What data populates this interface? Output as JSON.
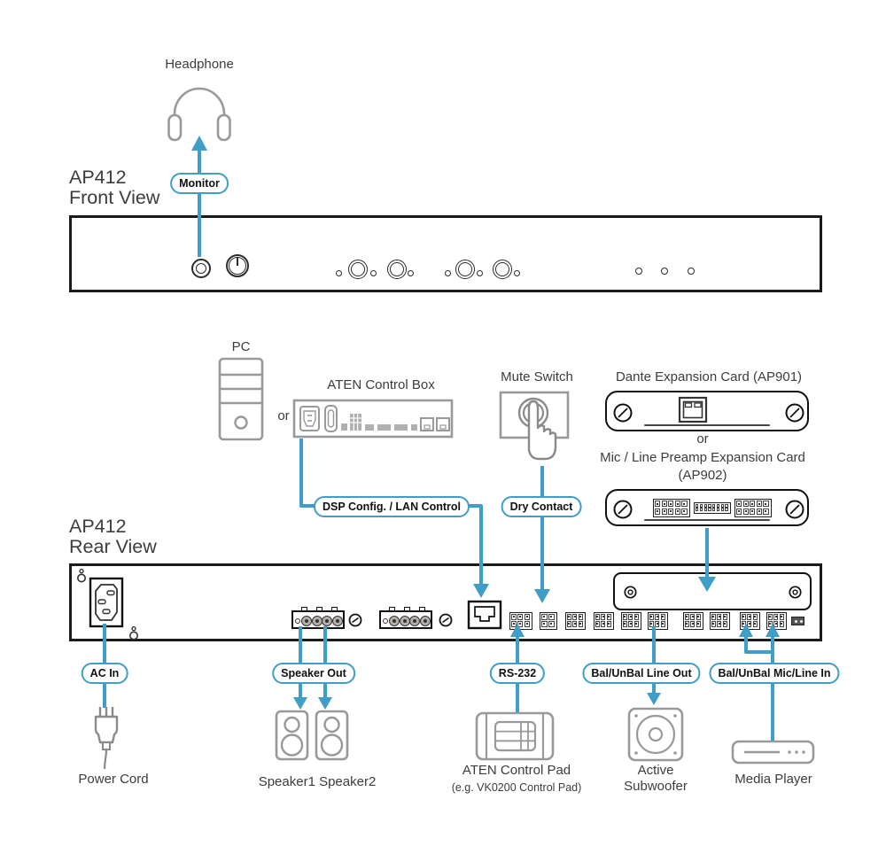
{
  "colors": {
    "accent": "#3f9ec7",
    "device_outline": "#999999",
    "panel_outline": "#1a1a1a"
  },
  "front": {
    "model": "AP412",
    "view": "Front View"
  },
  "rear": {
    "model": "AP412",
    "view": "Rear View"
  },
  "labels": {
    "headphone": "Headphone",
    "pc": "PC",
    "or": "or",
    "control_box": "ATEN Control Box",
    "mute_switch": "Mute Switch",
    "dante_card": "Dante Expansion Card (AP901)",
    "mic_card": "Mic / Line Preamp Expansion Card",
    "mic_card_model": "(AP902)",
    "power_cord": "Power Cord",
    "speakers": "Speaker1 Speaker2",
    "control_pad": "ATEN Control Pad",
    "control_pad_sub": "(e.g. VK0200 Control Pad)",
    "subwoofer": "Active\nSubwoofer",
    "media_player": "Media Player"
  },
  "badges": {
    "monitor": "Monitor",
    "dsp": "DSP Config. / LAN Control",
    "dry_contact": "Dry Contact",
    "ac_in": "AC In",
    "speaker_out": "Speaker Out",
    "rs232": "RS-232",
    "line_out": "Bal/UnBal Line Out",
    "mic_line_in": "Bal/UnBal Mic/Line In"
  }
}
